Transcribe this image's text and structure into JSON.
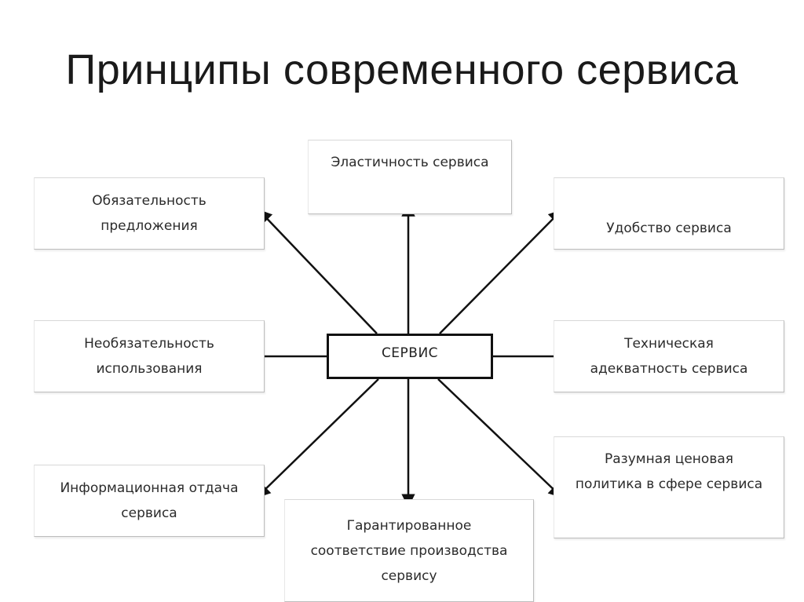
{
  "title": "Принципы современного сервиса",
  "center": "СЕРВИС",
  "boxes": {
    "top": [
      "Эластичность сервиса"
    ],
    "top_left": [
      "Обязательность",
      "предложения"
    ],
    "top_right": [
      "Удобство сервиса"
    ],
    "mid_left": [
      "Необязательность",
      "использования"
    ],
    "mid_right": [
      "Техническая",
      "адекватность сервиса"
    ],
    "bottom_left": [
      "Информационная отдача",
      "сервиса"
    ],
    "bottom": [
      "Гарантированное",
      "соответствие производства",
      "сервису"
    ],
    "bottom_right": [
      "Разумная ценовая",
      "политика в сфере сервиса"
    ]
  }
}
